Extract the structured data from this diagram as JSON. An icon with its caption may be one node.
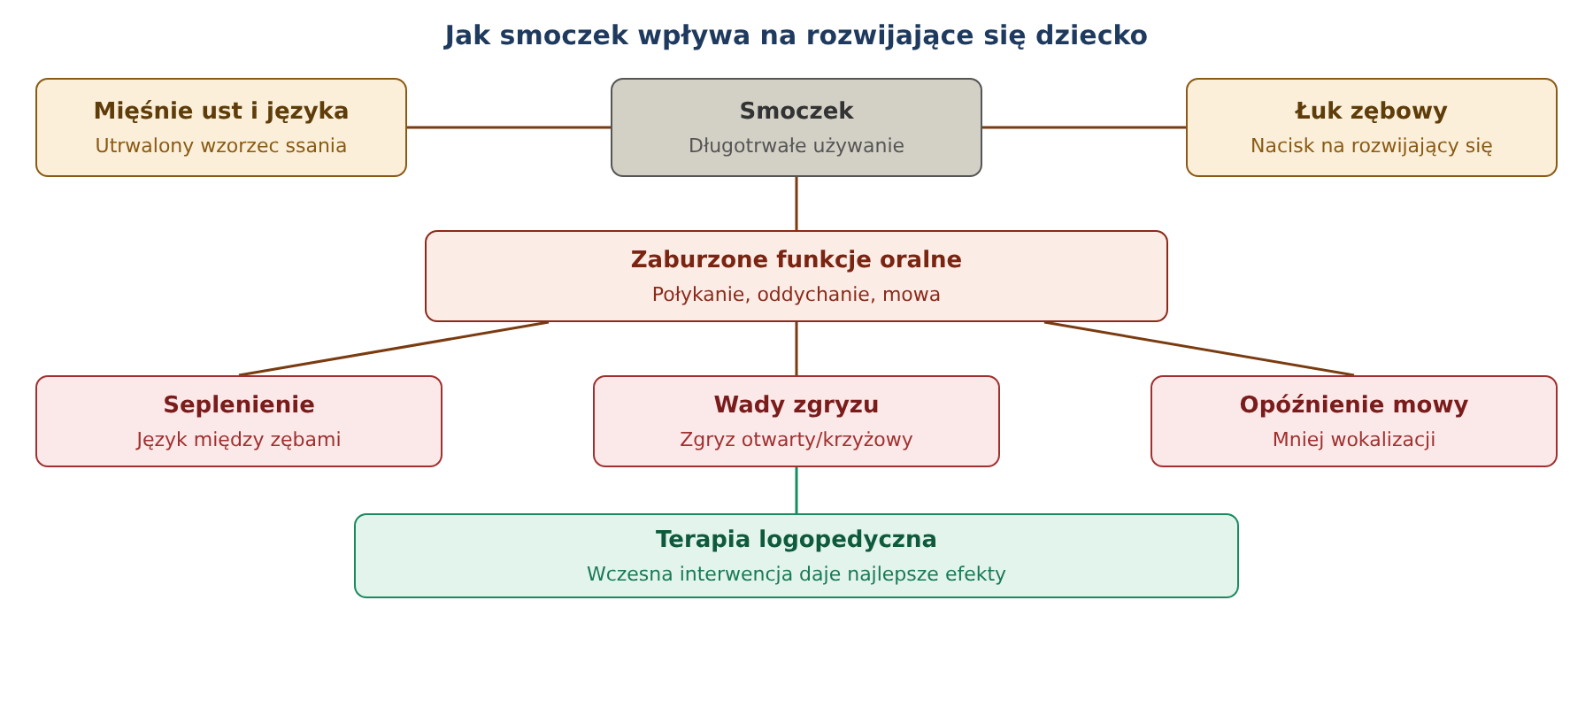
{
  "diagram": {
    "title": "Jak smoczek wpływa na rozwijające się dziecko",
    "nodes": [
      {
        "text": [
          "Mięśnie ust i języka",
          "Utrwalony wzorzec ssania"
        ]
      },
      {
        "text": [
          "Smoczek",
          "Długotrwałe używanie"
        ]
      },
      {
        "text": [
          "Łuk zębowy",
          "Nacisk na rozwijający się"
        ]
      },
      {
        "text": [
          "Zaburzone funkcje oralne",
          "Połykanie, oddychanie, mowa"
        ]
      },
      {
        "text": [
          "Seplenienie",
          "Język między zębami"
        ]
      },
      {
        "text": [
          "Wady zgryzu",
          "Zgryz otwarty/krzyżowy"
        ]
      },
      {
        "text": [
          "Opóźnienie mowy",
          "Mniej wokalizacji"
        ]
      },
      {
        "text": [
          "Terapia logopedyczna",
          "Wczesna interwencja daje najlepsze efekty"
        ]
      }
    ],
    "edges": [
      {
        "from": 1,
        "to": 0,
        "arrow": "none"
      },
      {
        "from": 1,
        "to": 2,
        "arrow": "none"
      },
      {
        "from": 1,
        "to": 3,
        "arrow": "none"
      },
      {
        "from": 3,
        "to": 4,
        "arrow": "none"
      },
      {
        "from": 3,
        "to": 5,
        "arrow": "none"
      },
      {
        "from": 3,
        "to": 6,
        "arrow": "none"
      },
      {
        "from": 5,
        "to": 7,
        "arrow": "none",
        "color": "#1a8a60"
      }
    ]
  }
}
